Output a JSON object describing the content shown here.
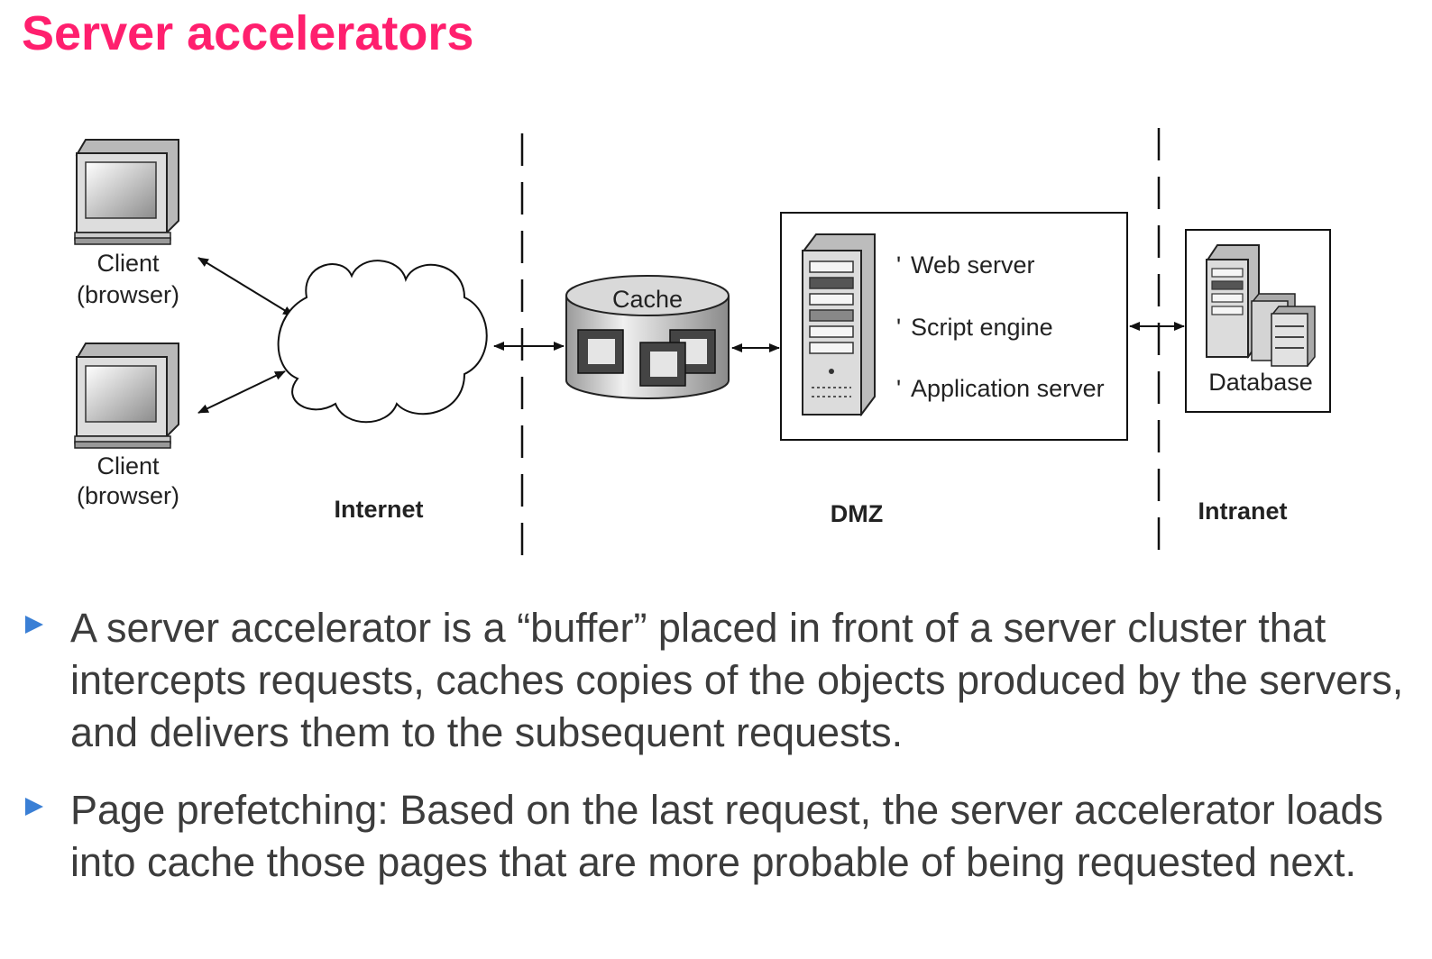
{
  "slide": {
    "title": "Server accelerators"
  },
  "diagram": {
    "clients": [
      {
        "label_line1": "Client",
        "label_line2": "(browser)"
      },
      {
        "label_line1": "Client",
        "label_line2": "(browser)"
      }
    ],
    "cache_label": "Cache",
    "dmz_items": [
      "Web server",
      "Script engine",
      "Application server"
    ],
    "database_label": "Database",
    "zones": {
      "internet": "Internet",
      "dmz": "DMZ",
      "intranet": "Intranet"
    }
  },
  "bullets": [
    {
      "text": "A server accelerator is a “buffer” placed in front of a server cluster that intercepts requests, caches copies of the objects produced by the servers, and delivers them to the subsequent requests."
    },
    {
      "text": "Page prefetching: Based on the last request, the server accelerator loads into cache those pages that are more probable of being requested next."
    }
  ],
  "colors": {
    "title": "#ff1f6e",
    "bullet_marker": "#3a7fd5",
    "body_text": "#3c3c3c"
  }
}
